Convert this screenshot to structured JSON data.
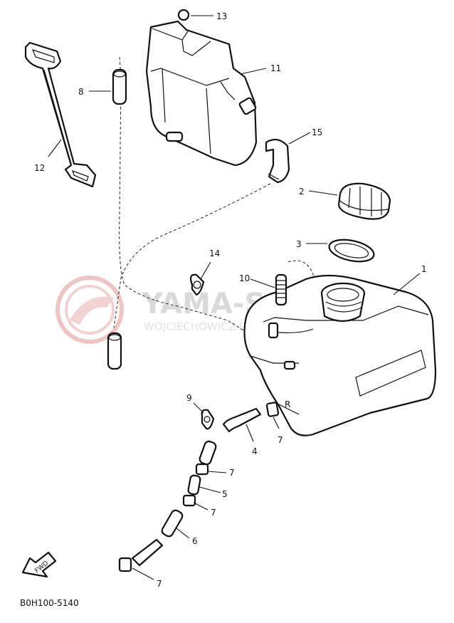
{
  "diagram_code": "B0H100-5140",
  "fwd_label": "FWD",
  "watermark": {
    "title": "YAMA-SAL.PL",
    "subtitle": "WOJCIECHOWICZ DEALER YAMAHA",
    "logo_color": "#e9b7b7",
    "text_color": "#d9d9d9"
  },
  "callouts": {
    "c1": "1",
    "c2": "2",
    "c3": "3",
    "c4": "4",
    "c5": "5",
    "c6": "6",
    "c7a": "7",
    "c7b": "7",
    "c7c": "7",
    "c7d": "7",
    "c8": "8",
    "c9": "9",
    "c10": "10",
    "c11": "11",
    "c12": "12",
    "c13": "13",
    "c14": "14",
    "c15": "15"
  },
  "tank_mark": "R"
}
